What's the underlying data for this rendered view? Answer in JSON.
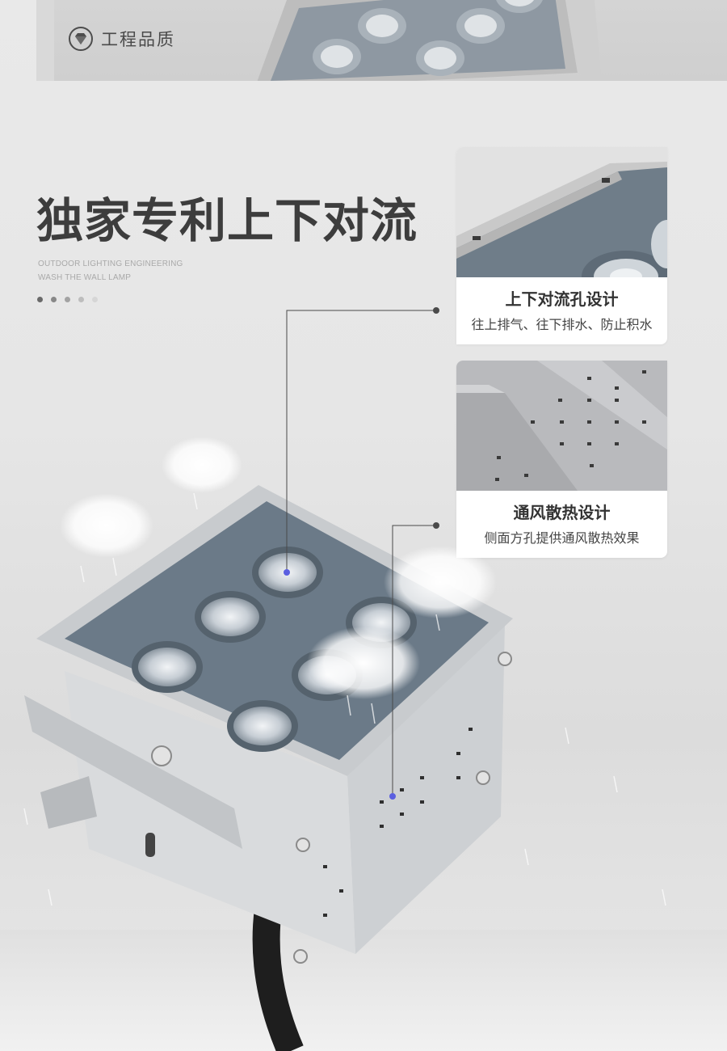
{
  "banner": {
    "badge_text": "工程品质",
    "badge_icon": "diamond-icon"
  },
  "hero": {
    "title": "独家专利上下对流",
    "subtitle_line1": "OUTDOOR LIGHTING ENGINEERING",
    "subtitle_line2": "WASH THE WALL LAMP"
  },
  "features": [
    {
      "title": "上下对流孔设计",
      "desc": "往上排气、往下排水、防止积水"
    },
    {
      "title": "通风散热设计",
      "desc": "侧面方孔提供通风散热效果"
    }
  ],
  "colors": {
    "callout_dot": "#5a5fe0",
    "headline": "#3d3d3d",
    "panel_blue": "#6b7a88"
  }
}
